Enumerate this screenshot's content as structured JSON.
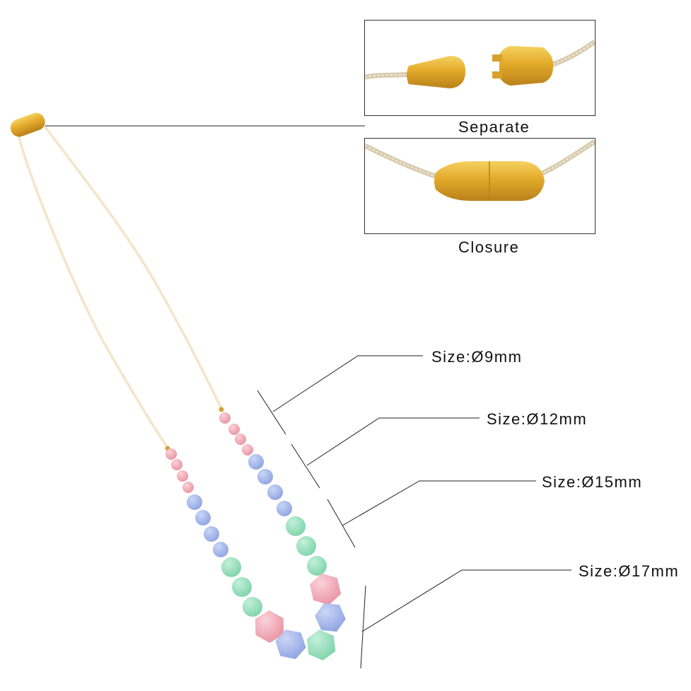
{
  "clasp": {
    "separate_label": "Separate",
    "closure_label": "Closure"
  },
  "sizes": [
    {
      "label": "Size:Ø9mm"
    },
    {
      "label": "Size:Ø12mm"
    },
    {
      "label": "Size:Ø15mm"
    },
    {
      "label": "Size:Ø17mm"
    }
  ],
  "colors": {
    "pink": "#f0a9b6",
    "blue": "#a3b6ec",
    "mint": "#97e0bf",
    "gold": "#e0a82a",
    "cord": "#efdcb6",
    "line": "#222222"
  }
}
